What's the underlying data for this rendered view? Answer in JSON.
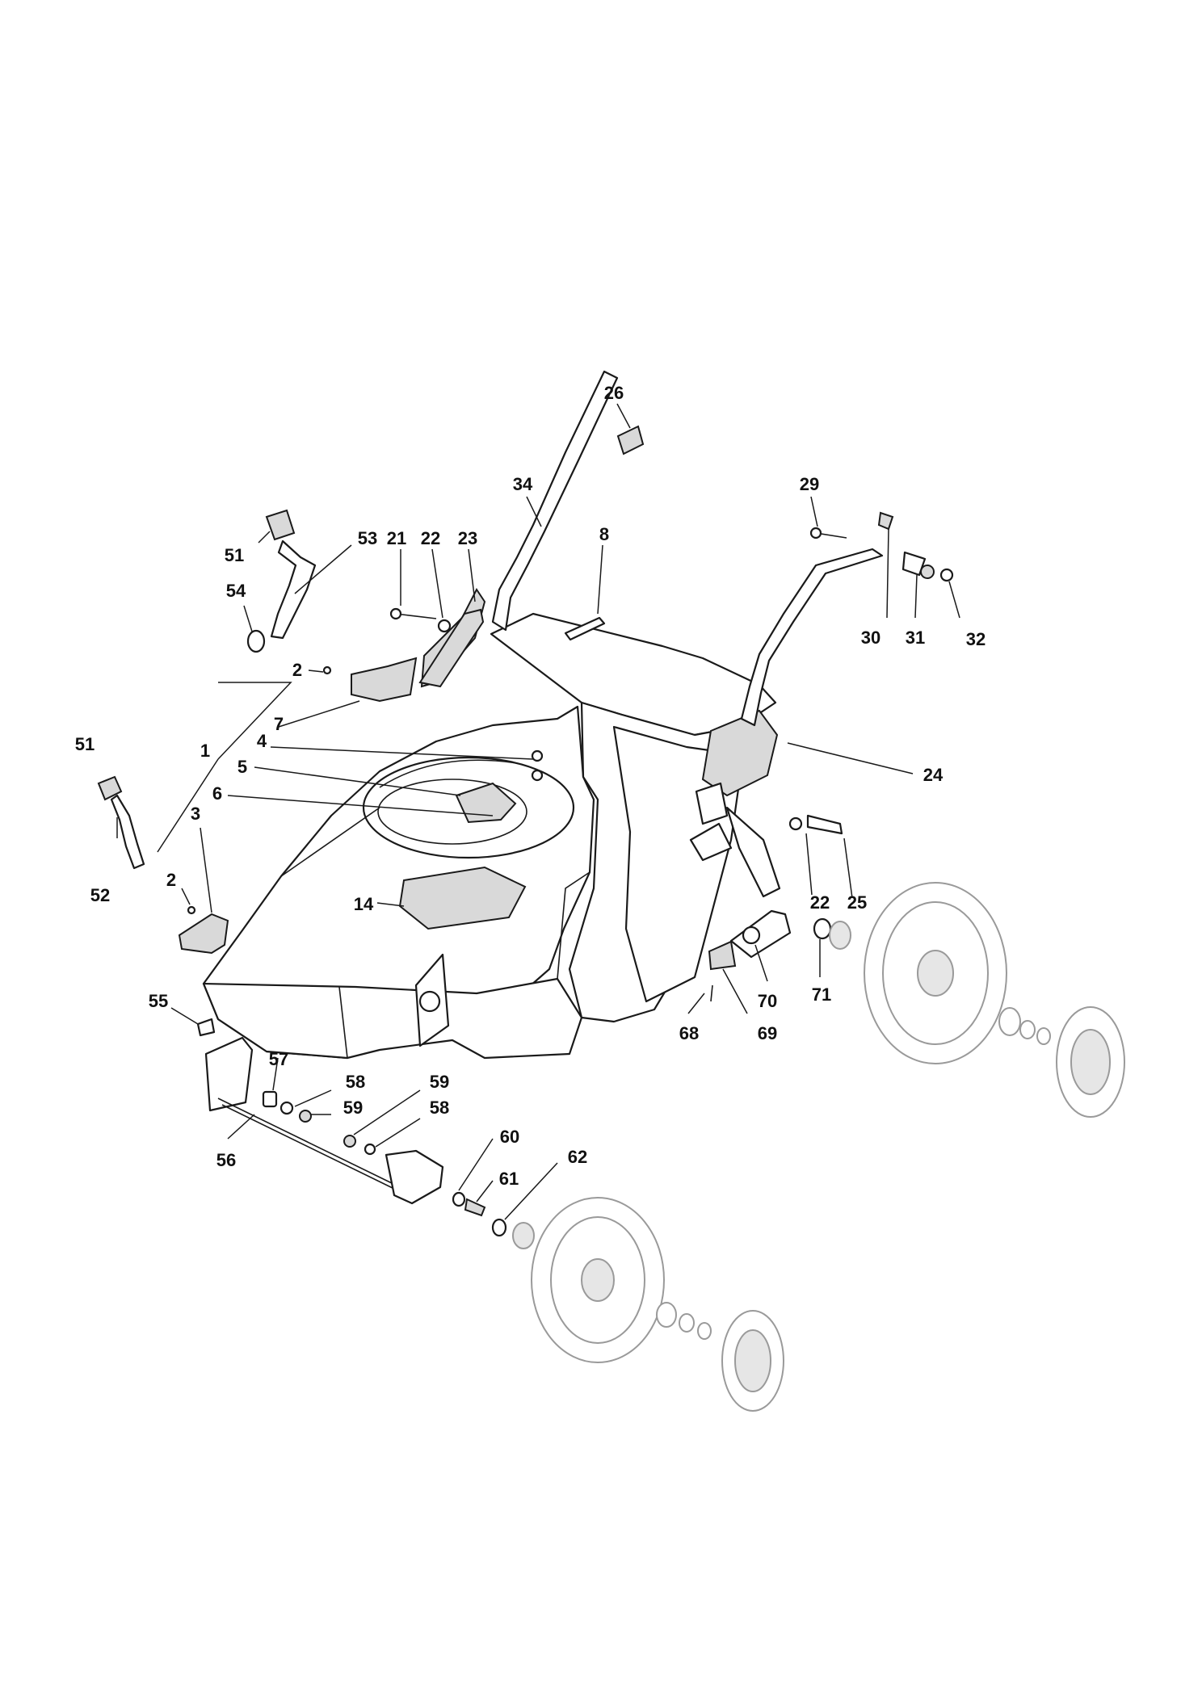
{
  "diagram": {
    "type": "exploded parts diagram",
    "callouts": [
      {
        "id": "c26",
        "label": "26"
      },
      {
        "id": "c34",
        "label": "34"
      },
      {
        "id": "c29",
        "label": "29"
      },
      {
        "id": "c8",
        "label": "8"
      },
      {
        "id": "c51a",
        "label": "51"
      },
      {
        "id": "c53",
        "label": "53"
      },
      {
        "id": "c21",
        "label": "21"
      },
      {
        "id": "c22a",
        "label": "22"
      },
      {
        "id": "c23",
        "label": "23"
      },
      {
        "id": "c54",
        "label": "54"
      },
      {
        "id": "c30",
        "label": "30"
      },
      {
        "id": "c31",
        "label": "31"
      },
      {
        "id": "c32",
        "label": "32"
      },
      {
        "id": "c2a",
        "label": "2"
      },
      {
        "id": "c7",
        "label": "7"
      },
      {
        "id": "c51b",
        "label": "51"
      },
      {
        "id": "c1",
        "label": "1"
      },
      {
        "id": "c4",
        "label": "4"
      },
      {
        "id": "c24",
        "label": "24"
      },
      {
        "id": "c5",
        "label": "5"
      },
      {
        "id": "c6",
        "label": "6"
      },
      {
        "id": "c3",
        "label": "3"
      },
      {
        "id": "c2b",
        "label": "2"
      },
      {
        "id": "c52",
        "label": "52"
      },
      {
        "id": "c22b",
        "label": "22"
      },
      {
        "id": "c25",
        "label": "25"
      },
      {
        "id": "c14",
        "label": "14"
      },
      {
        "id": "c71",
        "label": "71"
      },
      {
        "id": "c70",
        "label": "70"
      },
      {
        "id": "c55",
        "label": "55"
      },
      {
        "id": "c68",
        "label": "68"
      },
      {
        "id": "c69",
        "label": "69"
      },
      {
        "id": "c57",
        "label": "57"
      },
      {
        "id": "c58a",
        "label": "58"
      },
      {
        "id": "c59a",
        "label": "59"
      },
      {
        "id": "c59b",
        "label": "59"
      },
      {
        "id": "c58b",
        "label": "58"
      },
      {
        "id": "c56",
        "label": "56"
      },
      {
        "id": "c60",
        "label": "60"
      },
      {
        "id": "c61",
        "label": "61"
      },
      {
        "id": "c62",
        "label": "62"
      }
    ]
  }
}
